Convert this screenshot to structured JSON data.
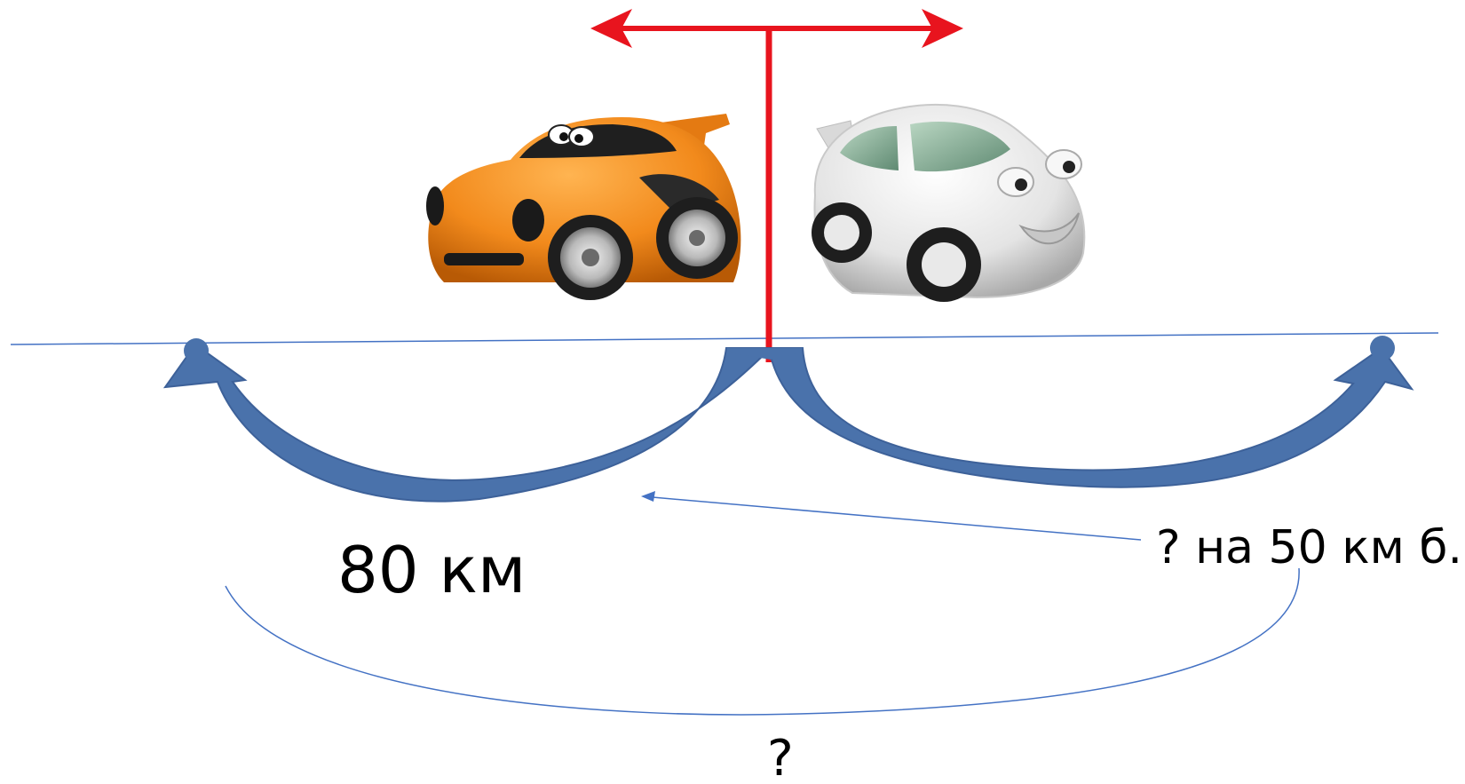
{
  "labels": {
    "left_distance": "80 км",
    "right_distance": "? на 50 км б.",
    "total_distance": "?"
  },
  "colors": {
    "red_marker": "#e8141e",
    "blue_arc": "#4a72ab",
    "blue_line": "#4472c4",
    "orange_car": "#f28a1c",
    "white_car": "#e6e6e6"
  },
  "icons": {
    "orange_car": "orange-cartoon-car",
    "white_car": "white-cartoon-car"
  }
}
